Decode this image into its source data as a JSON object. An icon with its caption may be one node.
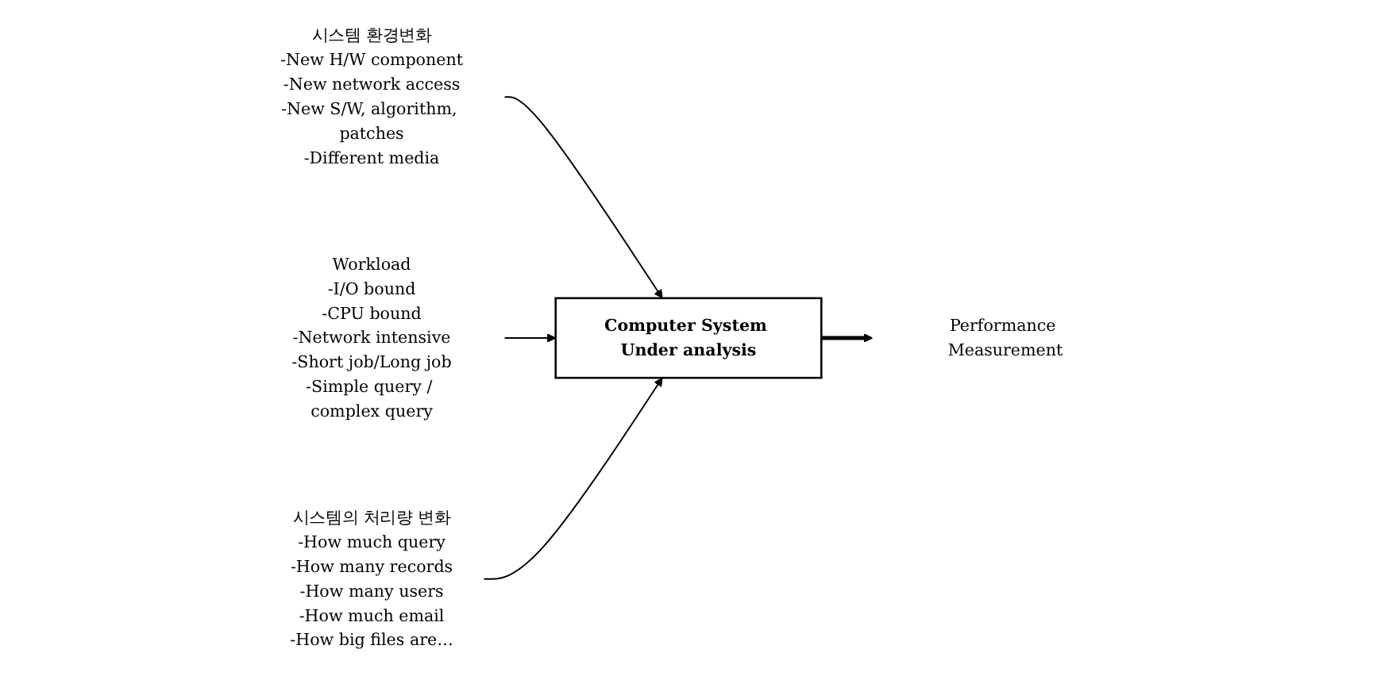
{
  "diagram": {
    "nodes": [
      {
        "text": [
          "시스템 환경변화",
          "-New H/W component",
          "-New network access",
          "-New S/W, algorithm, patches",
          "-Different media"
        ]
      },
      {
        "text": [
          "Workload",
          "-I/O bound",
          "-CPU bound",
          "-Network intensive",
          "-Short job/Long job",
          "-Simple query / complex query"
        ]
      },
      {
        "text": [
          "Computer System Under analysis"
        ]
      },
      {
        "text": [
          "Performance Measurement"
        ]
      },
      {
        "text": [
          "시스템의 처리량 변화",
          "-How much query",
          "-How many records",
          "-How many users",
          "-How much email",
          "-How big files are…"
        ]
      }
    ],
    "edges": [
      {
        "from": 0,
        "to": 2,
        "arrow": "to"
      },
      {
        "from": 1,
        "to": 2,
        "arrow": "to"
      },
      {
        "from": 2,
        "to": 3,
        "arrow": "to",
        "style": "thick"
      },
      {
        "from": 4,
        "to": 2,
        "arrow": "to"
      }
    ]
  }
}
